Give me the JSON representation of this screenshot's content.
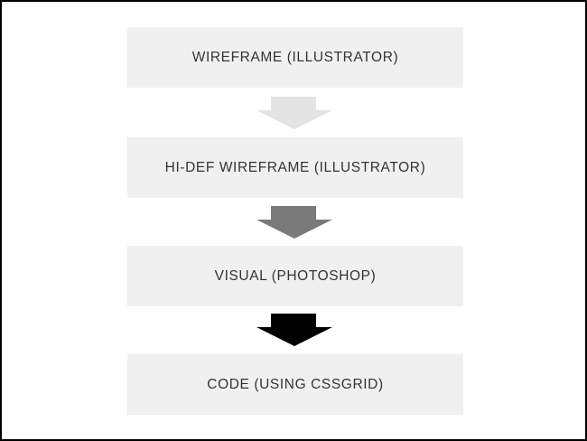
{
  "diagram": {
    "steps": [
      {
        "label": "WIREFRAME (ILLUSTRATOR)"
      },
      {
        "label": "HI-DEF WIREFRAME (ILLUSTRATOR)"
      },
      {
        "label": "VISUAL (PHOTOSHOP)"
      },
      {
        "label": "CODE (USING CSSGRID)"
      }
    ],
    "arrows": [
      {
        "from": "WIREFRAME (ILLUSTRATOR)",
        "to": "HI-DEF WIREFRAME (ILLUSTRATOR)",
        "color": "#e4e4e4"
      },
      {
        "from": "HI-DEF WIREFRAME (ILLUSTRATOR)",
        "to": "VISUAL (PHOTOSHOP)",
        "color": "#7a7a7a"
      },
      {
        "from": "VISUAL (PHOTOSHOP)",
        "to": "CODE (USING CSSGRID)",
        "color": "#000000"
      }
    ],
    "colors": {
      "box_fill": "#f0f0f0",
      "text": "#333333",
      "frame_border": "#000000",
      "background": "#ffffff"
    }
  }
}
